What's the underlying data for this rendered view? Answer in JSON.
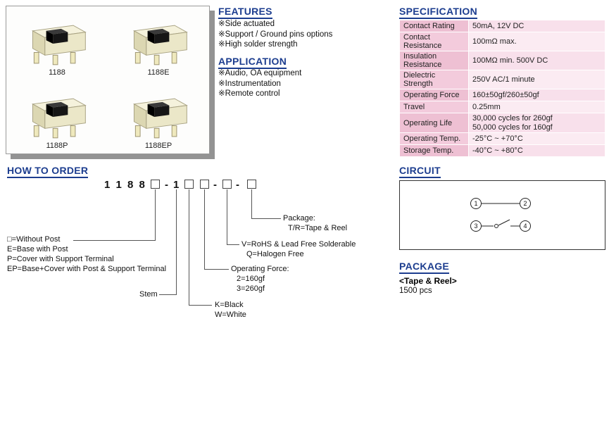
{
  "products": {
    "items": [
      {
        "label": "1188"
      },
      {
        "label": "1188E"
      },
      {
        "label": "1188P"
      },
      {
        "label": "1188EP"
      }
    ]
  },
  "features": {
    "title": "FEATURES",
    "items": [
      "※Side actuated",
      "※Support / Ground pins options",
      "※High solder strength"
    ]
  },
  "application": {
    "title": "APPLICATION",
    "items": [
      "※Audio, OA equipment",
      "※Instrumentation",
      "※Remote control"
    ]
  },
  "specification": {
    "title": "SPECIFICATION",
    "rows": [
      {
        "label": "Contact Rating",
        "value": "50mA, 12V DC"
      },
      {
        "label": "Contact Resistance",
        "value": "100mΩ max."
      },
      {
        "label": "Insulation Resistance",
        "value": "100MΩ min. 500V DC"
      },
      {
        "label": "Dielectric Strength",
        "value": "250V AC/1 minute"
      },
      {
        "label": "Operating Force",
        "value": "160±50gf/260±50gf"
      },
      {
        "label": "Travel",
        "value": "0.25mm"
      },
      {
        "label": "Operating Life",
        "value": "30,000 cycles for 260gf\n50,000 cycles for 160gf"
      },
      {
        "label": "Operating Temp.",
        "value": "-25°C ~ +70°C"
      },
      {
        "label": "Storage Temp.",
        "value": "-40°C ~ +80°C"
      }
    ]
  },
  "how_to_order": {
    "title": "HOW TO ORDER",
    "base_code": "1 1 8 8",
    "dash": "-",
    "stem_digit": "1",
    "post_options": [
      "□=Without Post",
      "E=Base with Post",
      "P=Cover with Support Terminal",
      "EP=Base+Cover with Post & Support Terminal"
    ],
    "stem_label": "Stem",
    "color_options": [
      "K=Black",
      "W=White"
    ],
    "force_label": "Operating Force:",
    "force_options": [
      "2=160gf",
      "3=260gf"
    ],
    "compliance_options": [
      "V=RoHS & Lead Free Solderable",
      "Q=Halogen Free"
    ],
    "package_label": "Package:",
    "package_option": "T/R=Tape & Reel"
  },
  "circuit": {
    "title": "CIRCUIT",
    "pins": [
      "1",
      "2",
      "3",
      "4"
    ]
  },
  "package": {
    "title": "PACKAGE",
    "subtitle": "<Tape & Reel>",
    "qty": "1500 pcs"
  }
}
